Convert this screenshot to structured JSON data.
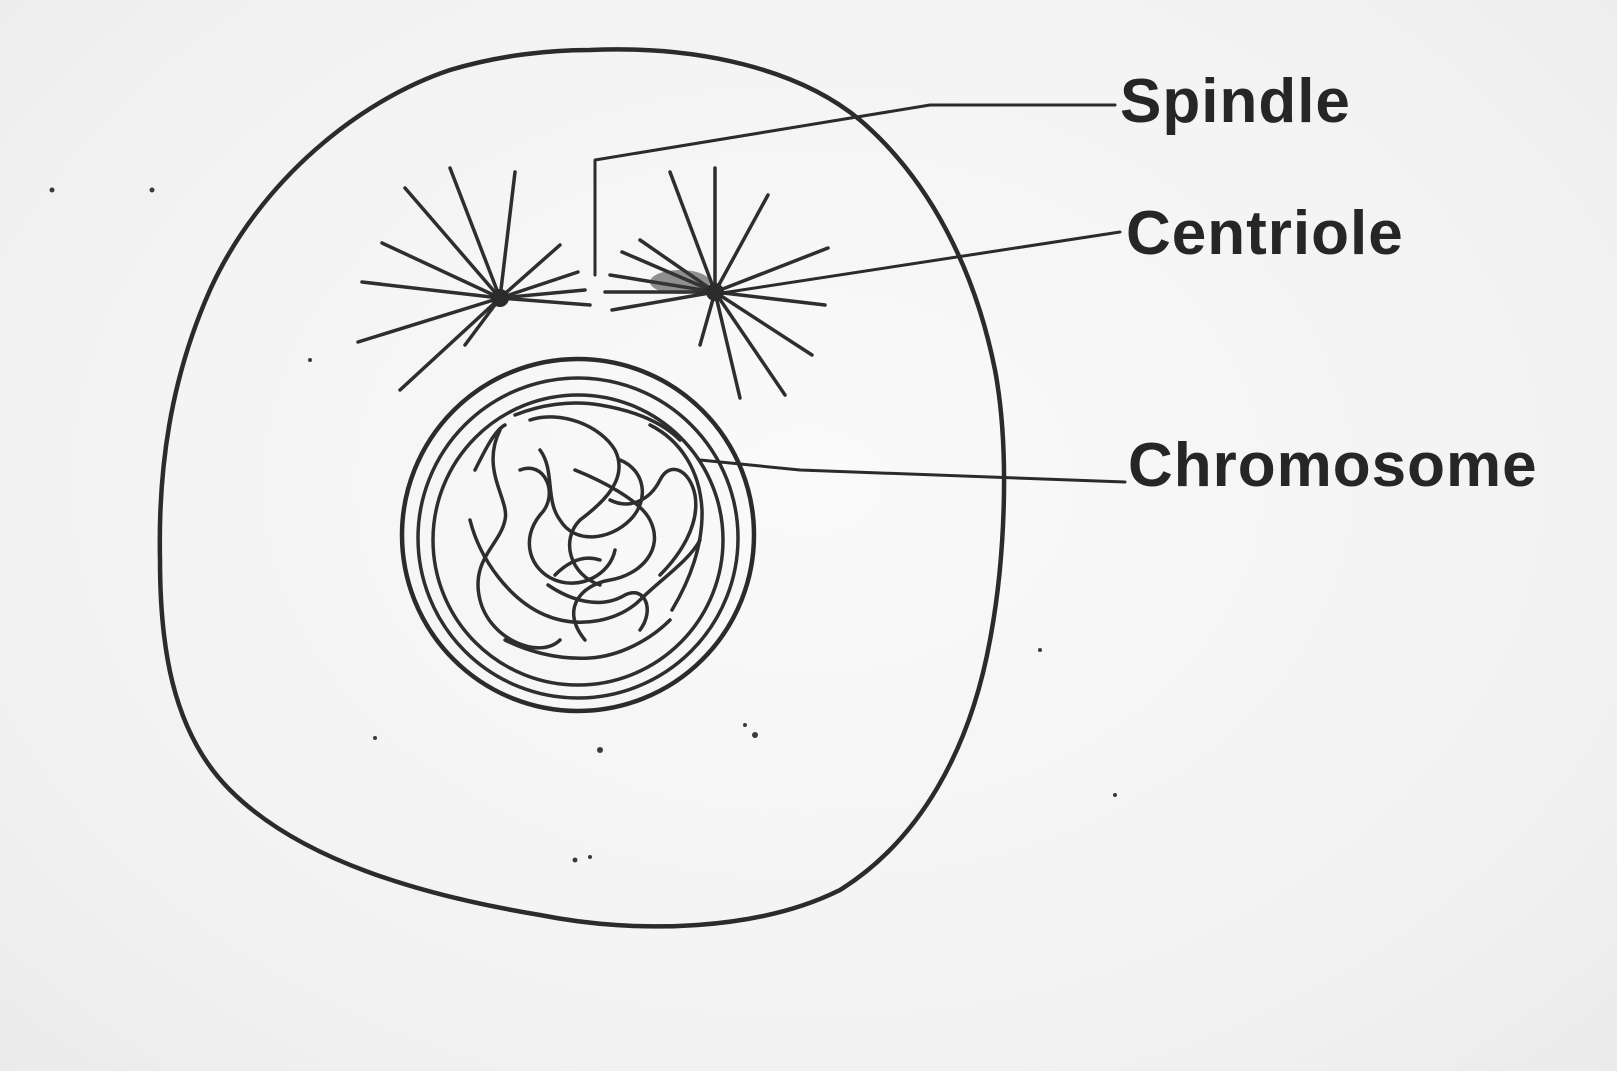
{
  "diagram": {
    "labels": {
      "spindle": "Spindle",
      "centriole": "Centriole",
      "chromosome": "Chromosome"
    },
    "colors": {
      "ink": "#2b2b2b",
      "paper": "#f4f4f4"
    }
  }
}
